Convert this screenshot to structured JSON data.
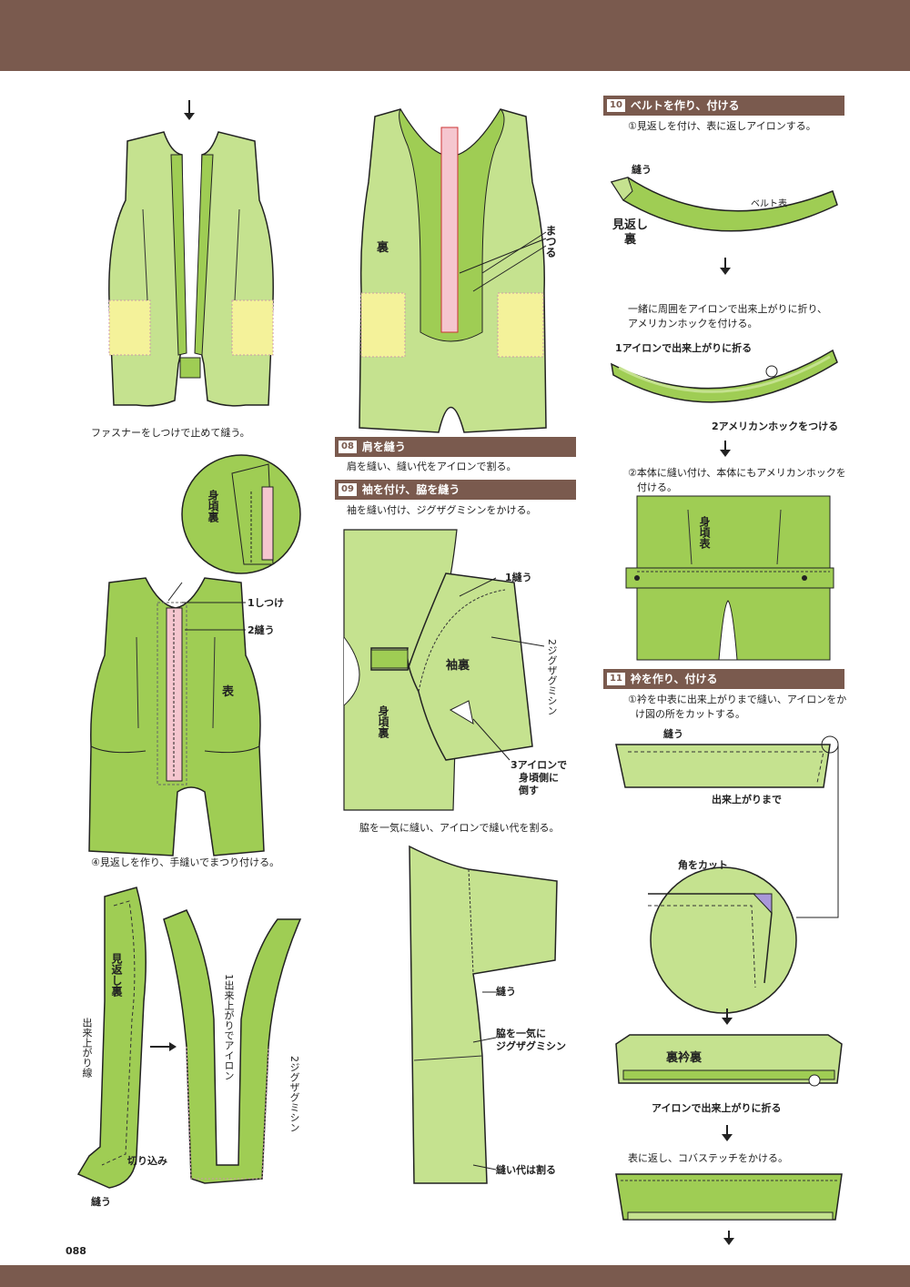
{
  "page_number": "088",
  "colors": {
    "band": "#7a5a4e",
    "light_green": "#c5e28f",
    "mid_green": "#9fcd54",
    "yellow": "#f4f29a",
    "pink": "#f5c6cf"
  },
  "sections": [
    {
      "num": "08",
      "title": "肩を縫う",
      "desc": "肩を縫い、縫い代をアイロンで割る。"
    },
    {
      "num": "09",
      "title": "袖を付け、脇を縫う",
      "desc": "袖を縫い付け、ジグザグミシンをかける。"
    },
    {
      "num": "10",
      "title": "ベルトを作り、付ける",
      "desc": "①見返しを付け、表に返しアイロンする。"
    },
    {
      "num": "11",
      "title": "衿を作り、付ける",
      "desc": "①衿を中表に出来上がりまで縫い、アイロンをか",
      "desc2": "け図の所をカットする。"
    }
  ],
  "left": {
    "caption1": "ファスナーをしつけで止めて縫う。",
    "label_mimigoro_ura": "身頃裏",
    "label_shitsuke": "1しつけ",
    "label_nuu": "2縫う",
    "label_omote": "表",
    "caption2": "④見返しを作り、手縫いでまつり付ける。",
    "label_mikaeshi_ura": "見返し裏",
    "label_dekiagari_sen": "出来上がり線",
    "label_kirikomi": "切り込み",
    "label_nuu2": "縫う",
    "label_iron": "1出来上がりでアイロン",
    "label_zigzag": "2ジグザグミシン"
  },
  "middle": {
    "label_ura": "裏",
    "label_matsuru": "まつる",
    "label_nuu": "1縫う",
    "label_zigzag": "2ジグザグミシン",
    "label_sode_ura": "袖裏",
    "label_mimigoro_ura": "身頃裏",
    "label_iron_line1": "3アイロンで",
    "label_iron_line2": "身頃側に",
    "label_iron_line3": "倒す",
    "caption": "脇を一気に縫い、アイロンで縫い代を割る。",
    "label_nuu2": "縫う",
    "label_waki1": "脇を一気に",
    "label_waki2": "ジグザグミシン",
    "label_nuishiro": "縫い代は割る"
  },
  "right": {
    "label_nuu": "縫う",
    "label_belt_omote": "ベルト表",
    "label_mikaeshi": "見返し",
    "label_ura": "裏",
    "text_isshoni1": "一緒に周囲をアイロンで出来上がりに折り、",
    "text_isshoni2": "アメリカンホックを付ける。",
    "label_iron_fold": "1アイロンで出来上がりに折る",
    "label_hook": "2アメリカンホックをつける",
    "text_step2a": "②本体に縫い付け、本体にもアメリカンホックを",
    "text_step2b": "付ける。",
    "label_mimigoro_omote": "身頃表",
    "label_nuu3": "縫う",
    "label_dekiagari_made": "出来上がりまで",
    "label_kado": "角をカット",
    "label_ura_eri_ura": "裏衿裏",
    "label_iron_fold2": "アイロンで出来上がりに折る",
    "text_final": "表に返し、コバステッチをかける。"
  }
}
